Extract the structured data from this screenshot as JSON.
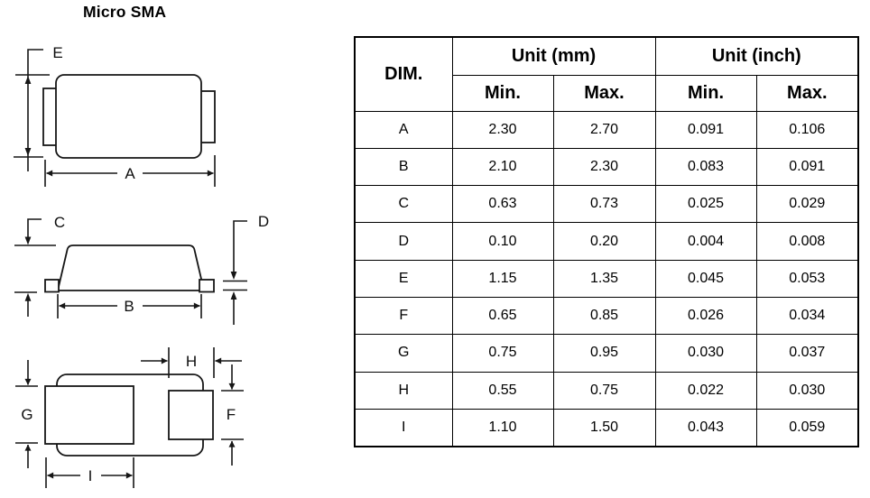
{
  "title": "Micro SMA",
  "colors": {
    "ink": "#161616",
    "background": "#ffffff"
  },
  "drawings": {
    "top_view": {
      "dim_e": "E",
      "dim_a": "A"
    },
    "side_view": {
      "dim_c": "C",
      "dim_d": "D",
      "dim_b": "B"
    },
    "bottom_view": {
      "dim_g": "G",
      "dim_h": "H",
      "dim_f": "F",
      "dim_i": "I"
    }
  },
  "table": {
    "header": {
      "dim": "DIM.",
      "unit_mm": "Unit (mm)",
      "unit_inch": "Unit (inch)",
      "min": "Min.",
      "max": "Max."
    },
    "rows": [
      {
        "dim": "A",
        "mm_min": "2.30",
        "mm_max": "2.70",
        "in_min": "0.091",
        "in_max": "0.106"
      },
      {
        "dim": "B",
        "mm_min": "2.10",
        "mm_max": "2.30",
        "in_min": "0.083",
        "in_max": "0.091"
      },
      {
        "dim": "C",
        "mm_min": "0.63",
        "mm_max": "0.73",
        "in_min": "0.025",
        "in_max": "0.029"
      },
      {
        "dim": "D",
        "mm_min": "0.10",
        "mm_max": "0.20",
        "in_min": "0.004",
        "in_max": "0.008"
      },
      {
        "dim": "E",
        "mm_min": "1.15",
        "mm_max": "1.35",
        "in_min": "0.045",
        "in_max": "0.053"
      },
      {
        "dim": "F",
        "mm_min": "0.65",
        "mm_max": "0.85",
        "in_min": "0.026",
        "in_max": "0.034"
      },
      {
        "dim": "G",
        "mm_min": "0.75",
        "mm_max": "0.95",
        "in_min": "0.030",
        "in_max": "0.037"
      },
      {
        "dim": "H",
        "mm_min": "0.55",
        "mm_max": "0.75",
        "in_min": "0.022",
        "in_max": "0.030"
      },
      {
        "dim": "I",
        "mm_min": "1.10",
        "mm_max": "1.50",
        "in_min": "0.043",
        "in_max": "0.059"
      }
    ]
  }
}
